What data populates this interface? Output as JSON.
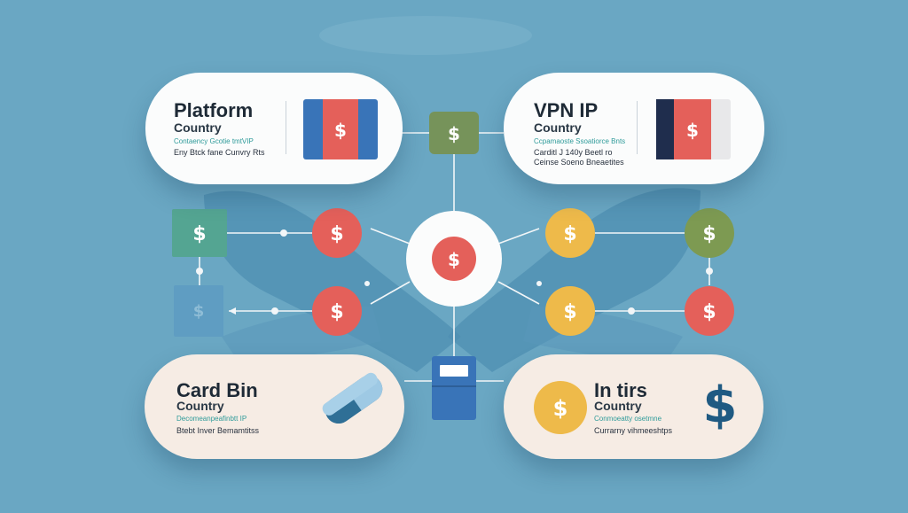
{
  "colors": {
    "background": "#6aa7c3",
    "connector": "#f2f6f8",
    "coin_red": "#e4605a",
    "coin_yellow": "#eeba4a",
    "coin_green": "#7d9a52",
    "tile_teal": "#54a592",
    "tile_green": "#76935a",
    "card_blue": "#3974b8",
    "card_navy": "#1f2d4d"
  },
  "currency_symbol": "$",
  "cards": {
    "platform": {
      "title": "Platform",
      "subtitle": "Country",
      "note_primary": "Contaency Gcotie tmtVIP",
      "note_secondary": "Eny Btck fane Cunvry Rts"
    },
    "vpn_ip": {
      "title": "VPN IP",
      "subtitle": "Country",
      "note_primary": "Ccpamaoste Ssoatiorce Bnts",
      "note_secondary": "Carditl J 140y Beetl ro",
      "note_tertiary": "Ceinse Soeno Bneaetites"
    },
    "card_bin": {
      "title": "Card Bin",
      "subtitle": "Country",
      "note_primary": "Decomeanpeafinbtt IP",
      "note_secondary": "Btebt Inver Bemamtitss"
    },
    "in_tirs": {
      "title": "In tirs",
      "subtitle": "Country",
      "note_primary": "Conmoeatty osetmne",
      "note_secondary": "Currarny vihmeeshtps"
    }
  }
}
